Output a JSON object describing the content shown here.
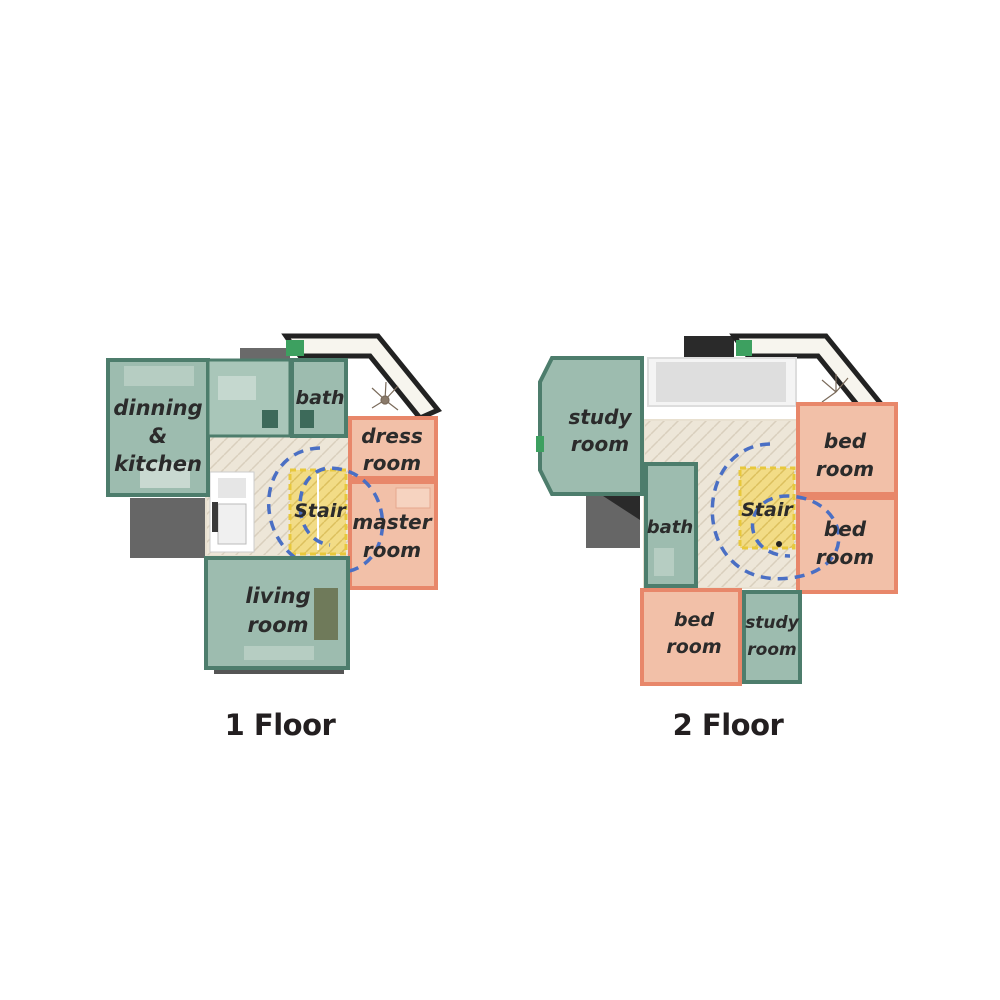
{
  "colors": {
    "green_room_fill": "#9dbcaf",
    "green_room_border": "#4d7d6c",
    "orange_room_fill": "#f2c0a8",
    "orange_room_border": "#e8876a",
    "stair_fill": "#f2dc86",
    "stair_border": "#e8c83c",
    "circulation_path": "#4a6fc4",
    "hall_floor": "#ede6d8",
    "dark_mass": "#5e5e5e",
    "door_accent": "#3da060",
    "caption": "#231f20"
  },
  "floor1": {
    "caption": "1 Floor",
    "rooms": {
      "dinning": "dinning",
      "amp": "&",
      "kitchen": "kitchen",
      "bath": "bath",
      "dress": "dress",
      "dress_room": "room",
      "stair": "Stair",
      "master": "master",
      "master_room": "room",
      "living": "living",
      "living_room": "room"
    }
  },
  "floor2": {
    "caption": "2 Floor",
    "rooms": {
      "study1": "study",
      "study1_room": "room",
      "bed1": "bed",
      "bed1_room": "room",
      "stair": "Stair",
      "bath": "bath",
      "bed2": "bed",
      "bed2_room": "room",
      "bed3": "bed",
      "bed3_room": "room",
      "study2": "study",
      "study2_room": "room"
    }
  }
}
